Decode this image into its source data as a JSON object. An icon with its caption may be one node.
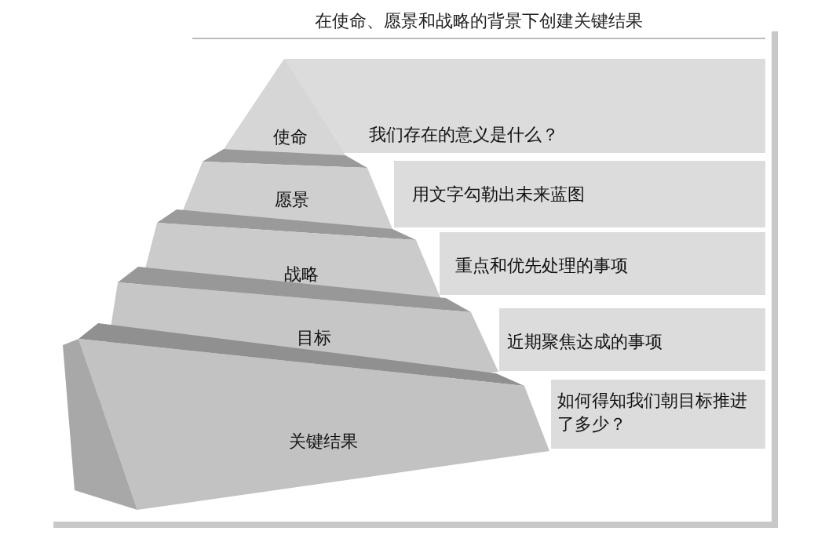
{
  "diagram": {
    "title": "在使命、愿景和战略的背景下创建关键结果",
    "nodes": [
      {
        "text": [
          "使命"
        ]
      },
      {
        "text": [
          "我们存在的意义是什么？"
        ]
      },
      {
        "text": [
          "愿景"
        ]
      },
      {
        "text": [
          "用文字勾勒出未来蓝图"
        ]
      },
      {
        "text": [
          "战略"
        ]
      },
      {
        "text": [
          "重点和优先处理的事项"
        ]
      },
      {
        "text": [
          "目标"
        ]
      },
      {
        "text": [
          "近期聚焦达成的事项"
        ]
      },
      {
        "text": [
          "关键结果"
        ]
      },
      {
        "text": [
          "如何得知我们朝目标推进了多少？"
        ]
      }
    ]
  }
}
